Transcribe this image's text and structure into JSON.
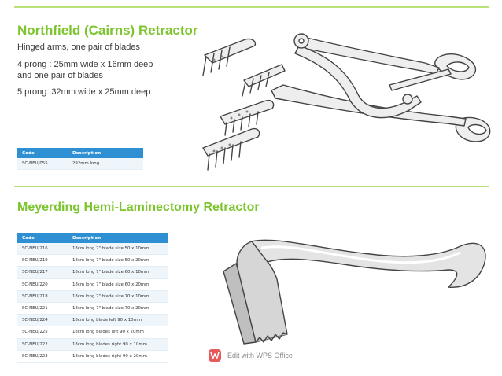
{
  "section1": {
    "title": "Northfield (Cairns) Retractor",
    "lines": [
      "Hinged arms, one pair of blades",
      "4 prong : 25mm wide x 16mm deep",
      "and one pair of blades",
      "5 prong: 32mm wide x 25mm deep"
    ],
    "table": {
      "headers": [
        "Code",
        "Description"
      ],
      "rows": [
        {
          "code": "SC-NEU/055",
          "description": "292mm long"
        }
      ]
    }
  },
  "section2": {
    "title": "Meyerding Hemi-Laminectomy Retractor",
    "table": {
      "headers": [
        "Code",
        "Description"
      ],
      "rows": [
        {
          "code": "SC-NEU/216",
          "description": "18cm long 7\" blade size 50 x 10mm"
        },
        {
          "code": "SC-NEU/219",
          "description": "18cm long 7\" blade size 50 x 20mm"
        },
        {
          "code": "SC-NEU/217",
          "description": "18cm long 7\" blade size 60 x 10mm"
        },
        {
          "code": "SC-NEU/220",
          "description": "18cm long 7\" blade size 60 x 20mm"
        },
        {
          "code": "SC-NEU/218",
          "description": "18cm long 7\" blade size 70 x 10mm"
        },
        {
          "code": "SC-NEU/221",
          "description": "18cm long 7\" blade size 70 x 20mm"
        },
        {
          "code": "SC-NEU/224",
          "description": "18cm long blade left 90 x 10mm"
        },
        {
          "code": "SC-NEU/225",
          "description": "18cm long blades left 90 x 20mm"
        },
        {
          "code": "SC-NEU/222",
          "description": "18cm long blades right 90 x 10mm"
        },
        {
          "code": "SC-NEU/223",
          "description": "18cm long blades right 90 x 20mm"
        }
      ]
    }
  },
  "watermark": {
    "text": "Edit with WPS Office",
    "icon": "wps-office-logo-icon"
  },
  "colors": {
    "accent_green": "#7dc52e",
    "rule_green": "#b9e27b",
    "table_header_blue": "#2e8fd3"
  }
}
